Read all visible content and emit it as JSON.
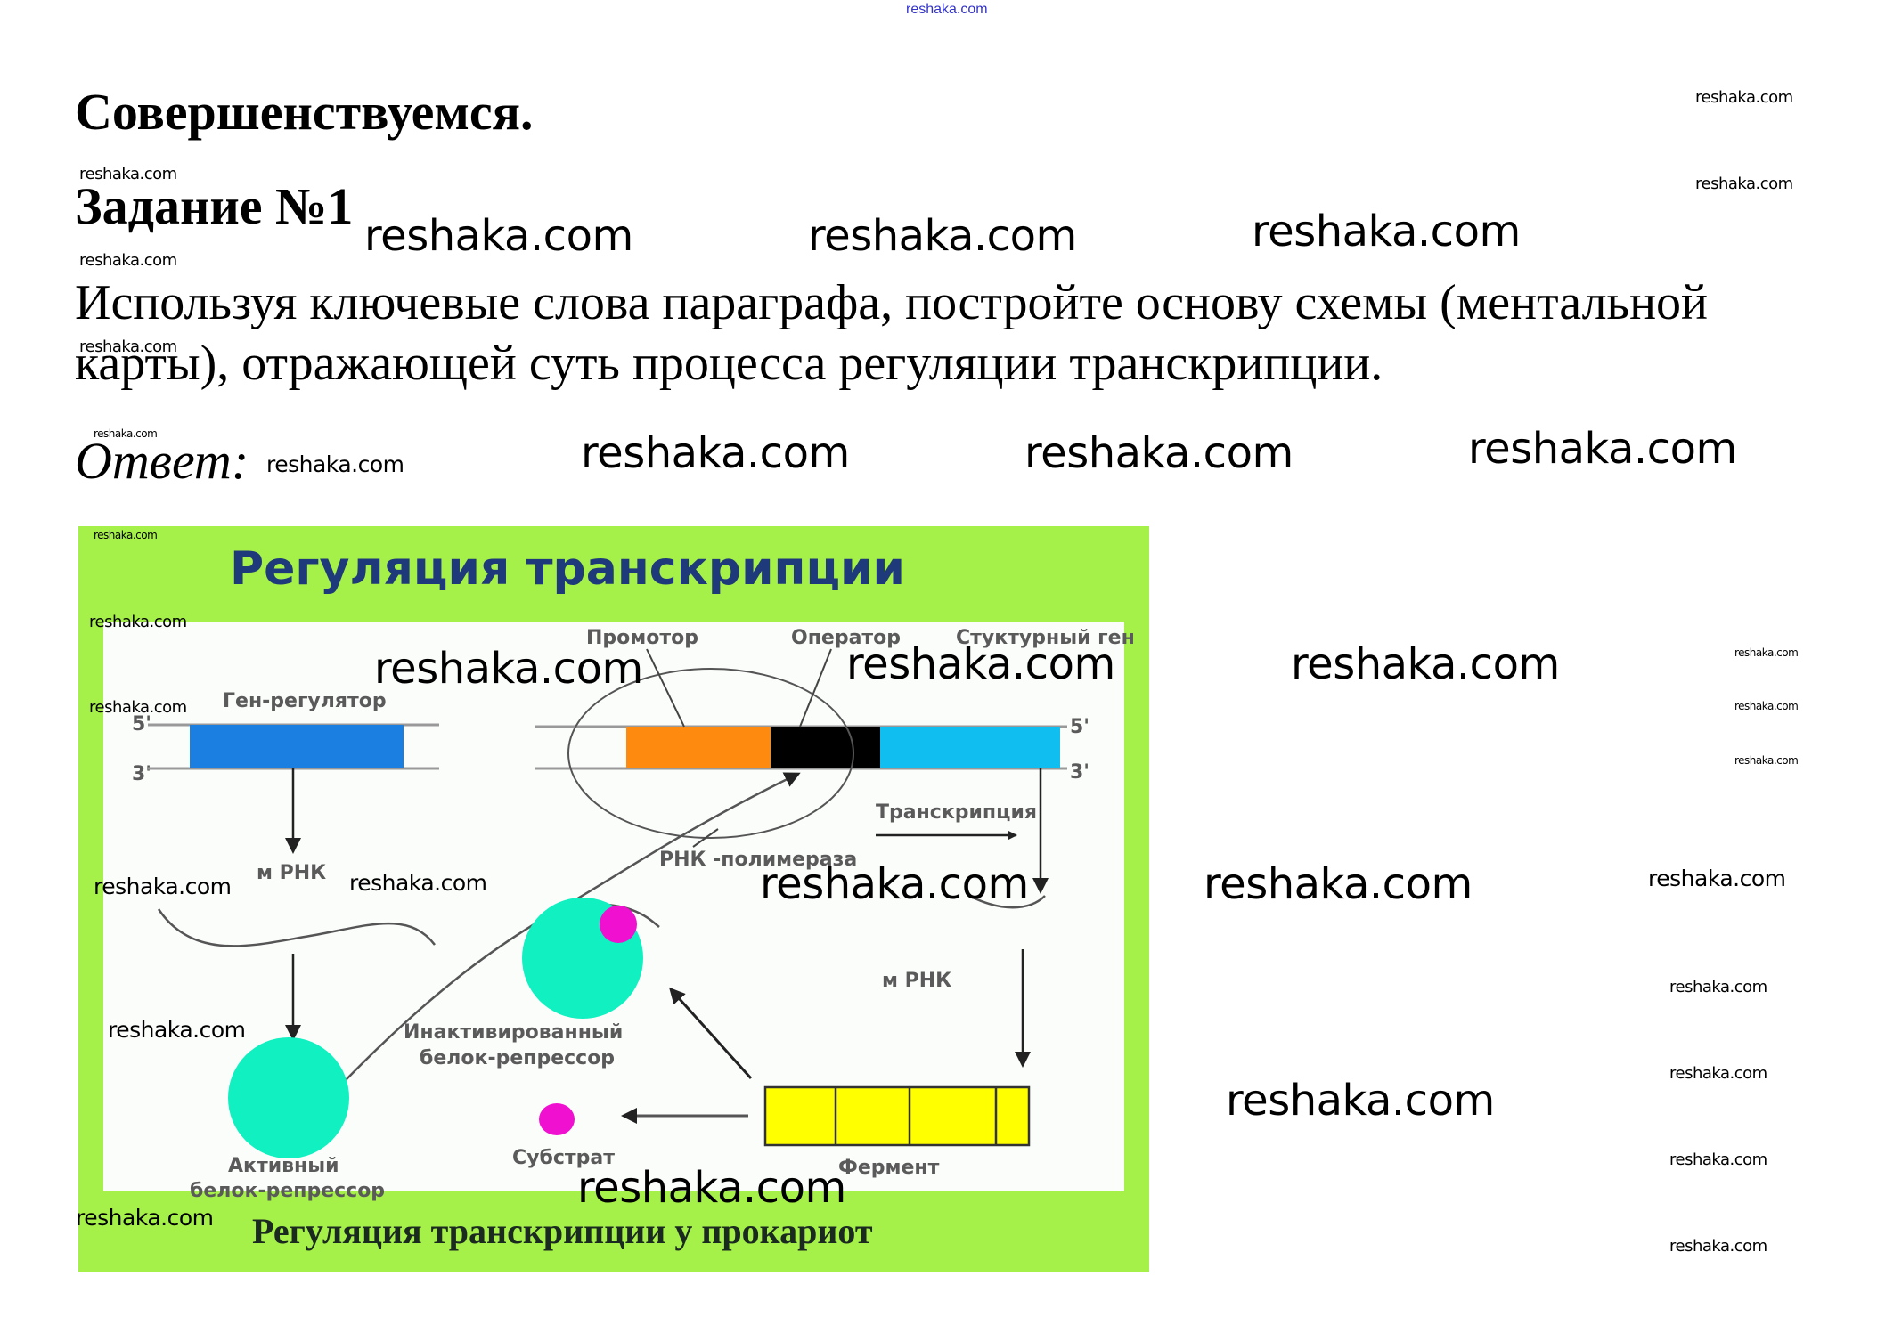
{
  "watermark": "reshaka.com",
  "heading": "Совершенствуемся.",
  "task_title": "Задание №1",
  "task_text_line1": "Используя ключевые слова параграфа, постройте основу схемы (ментальной",
  "task_text_line2": "карты), отражающей суть процесса регуляции транскрипции.",
  "answer_label": "Ответ:",
  "diagram": {
    "title": "Регуляция транскрипции",
    "footer": "Регуляция транскрипции у прокариот",
    "labels": {
      "regulator_gene": "Ген-регулятор",
      "promoter": "Промотор",
      "operator": "Оператор",
      "structural_gene": "Стуктурный ген",
      "five_prime": "5'",
      "three_prime": "3'",
      "transcription": "Транскрипция",
      "rna_polymerase": "РНК -полимераза",
      "mrna_left": "м РНК",
      "mrna_right": "м РНК",
      "inactive_repressor_1": "Инактивированный",
      "inactive_repressor_2": "белок-репрессор",
      "active_repressor_1": "Активный",
      "active_repressor_2": "белок-репрессор",
      "substrate": "Субстрат",
      "enzyme": "Фермент"
    },
    "colors": {
      "frame_green": "#a6f04a",
      "title_blue": "#1f3a7a",
      "regulator_blue": "#1a7fe0",
      "promoter_orange": "#ff8a10",
      "operator_black": "#000000",
      "structural_cyan": "#10bff0",
      "protein_teal": "#10f0c0",
      "substrate_magenta": "#f010d0",
      "enzyme_yellow": "#ffff00"
    }
  }
}
